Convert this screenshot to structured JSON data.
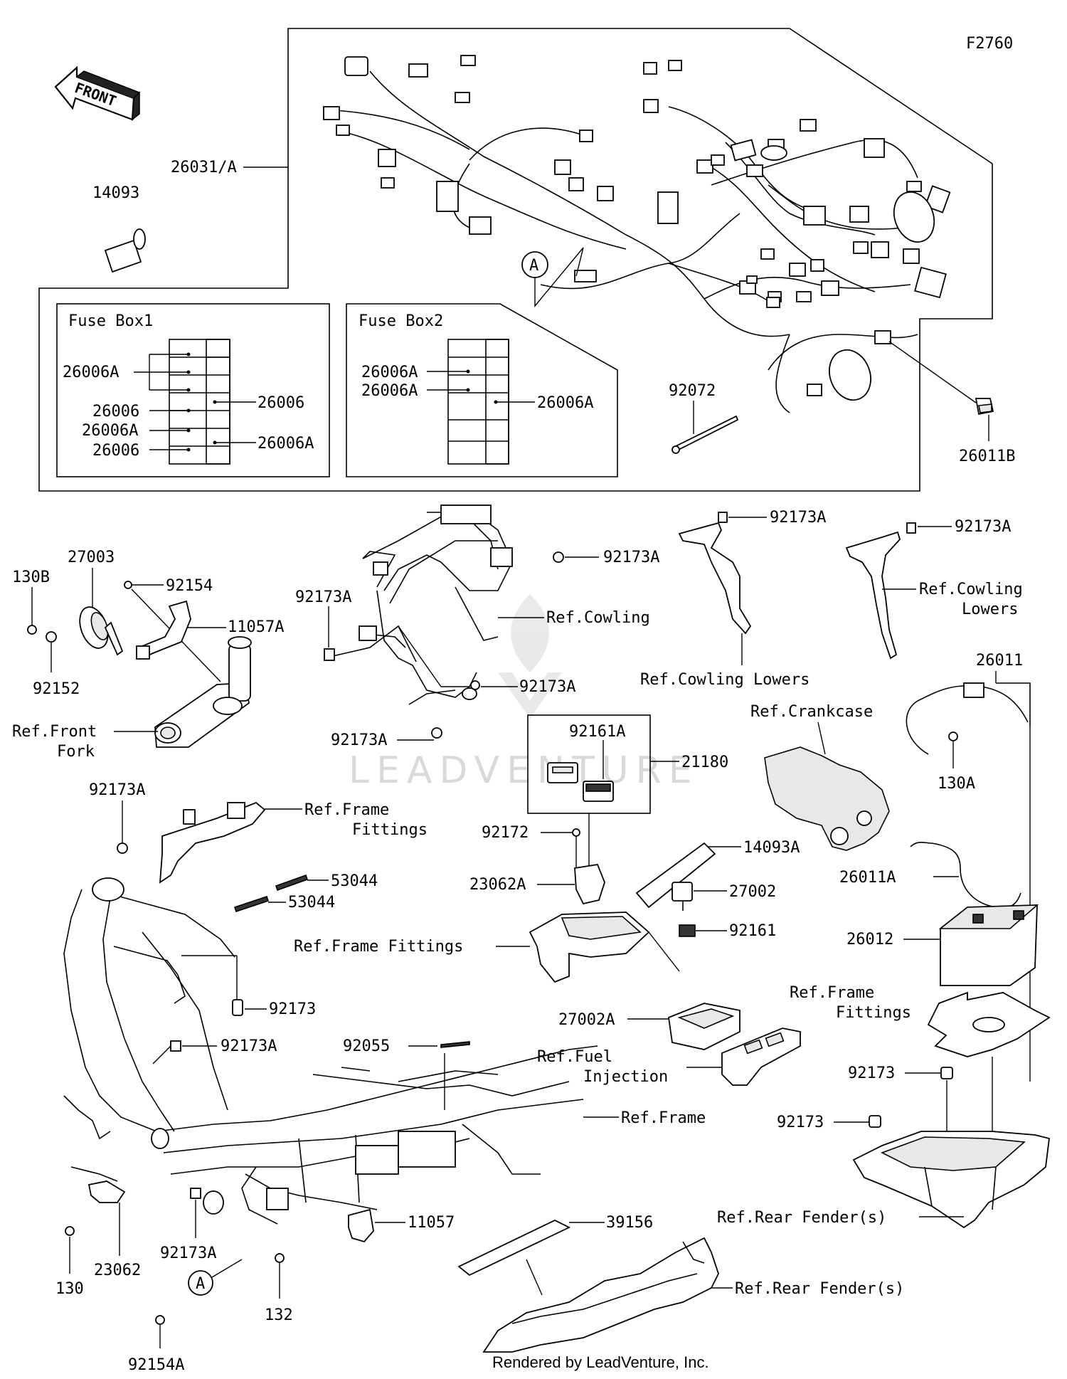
{
  "diagram_code": "F2760",
  "front_arrow_text": "FRONT",
  "watermark": "LEADVENTURE",
  "footer": "Rendered by LeadVenture, Inc.",
  "fuse_box_1": {
    "title": "Fuse Box1",
    "left_labels": [
      "26006A",
      "26006",
      "26006A",
      "26006"
    ],
    "right_labels": [
      "26006",
      "26006A"
    ]
  },
  "fuse_box_2": {
    "title": "Fuse Box2",
    "left_labels": [
      "26006A",
      "26006A"
    ],
    "right_labels": [
      "26006A"
    ]
  },
  "callout_a": "A",
  "parts": {
    "p26031A": "26031/A",
    "p14093": "14093",
    "p92072": "92072",
    "p26011B": "26011B",
    "p130B": "130B",
    "p27003": "27003",
    "p92154": "92154",
    "p11057A": "11057A",
    "p92152": "92152",
    "ref_front_fork_1": "Ref.Front",
    "ref_front_fork_2": "Fork",
    "p92173A_a": "92173A",
    "p92173A_b": "92173A",
    "p92173A_c": "92173A",
    "p92173A_d": "92173A",
    "ref_cowling": "Ref.Cowling",
    "p92173A_e": "92173A",
    "ref_cowling_lowers_a": "Ref.Cowling Lowers",
    "p92173A_f": "92173A",
    "ref_cowling_lowers_b1": "Ref.Cowling",
    "ref_cowling_lowers_b2": "Lowers",
    "p26011": "26011",
    "ref_crankcase": "Ref.Crankcase",
    "p130A": "130A",
    "p92161A": "92161A",
    "p21180": "21180",
    "p92173A_g": "92173A",
    "ref_frame_fittings_a1": "Ref.Frame",
    "ref_frame_fittings_a2": "Fittings",
    "p53044_a": "53044",
    "p53044_b": "53044",
    "p92172": "92172",
    "p14093A": "14093A",
    "p23062A": "23062A",
    "p27002": "27002",
    "p26011A": "26011A",
    "p92161": "92161",
    "ref_frame_fittings_b": "Ref.Frame Fittings",
    "p26012": "26012",
    "p92173_a": "92173",
    "ref_frame_fittings_c1": "Ref.Frame",
    "ref_frame_fittings_c2": "Fittings",
    "p27002A": "27002A",
    "p92173A_h": "92173A",
    "p92055": "92055",
    "ref_fuel_injection_1": "Ref.Fuel",
    "ref_fuel_injection_2": "Injection",
    "p92173_b": "92173",
    "ref_frame": "Ref.Frame",
    "p92173_c": "92173",
    "p11057": "11057",
    "p39156": "39156",
    "ref_rear_fender_a": "Ref.Rear Fender(s)",
    "p23062": "23062",
    "p92173A_i": "92173A",
    "p130": "130",
    "p132": "132",
    "ref_rear_fender_b": "Ref.Rear Fender(s)",
    "p92154A": "92154A"
  }
}
